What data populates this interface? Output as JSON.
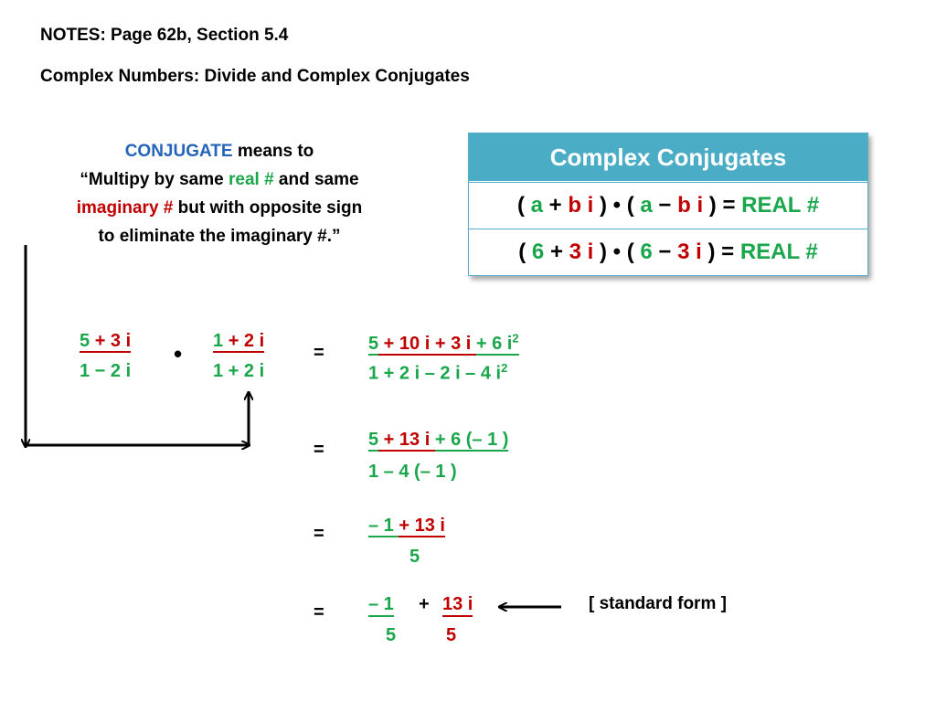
{
  "header": {
    "line1": "NOTES: Page 62b, Section 5.4",
    "line2": "Complex Numbers: Divide and Complex Conjugates"
  },
  "description": {
    "conjugate": "CONJUGATE",
    "means_to": " means to",
    "quote_open": "“Multipy by same ",
    "real": "real #",
    "and_same": " and same",
    "imaginary": "imaginary #",
    "but_opposite": " but with opposite sign",
    "eliminate": "to eliminate the imaginary #.”"
  },
  "table": {
    "title": "Complex  Conjugates",
    "row1": {
      "p1": "( ",
      "a1": "a",
      "plus": " + ",
      "b1": "b i",
      "mid": " ) • ( ",
      "a2": "a",
      "minus": " − ",
      "b2": "b i",
      "end": " ) =  ",
      "result": "REAL #"
    },
    "row2": {
      "p1": "( ",
      "a1": "6",
      "plus": " + ",
      "b1": "3 i",
      "mid": " ) • ( ",
      "a2": "6",
      "minus": " − ",
      "b2": "3 i",
      "end": " ) =  ",
      "result": "REAL #"
    }
  },
  "step1": {
    "frac1_num_a": "5 ",
    "frac1_num_b": " +  3 i",
    "frac1_den": "1  −  2 i",
    "dot": "•",
    "frac2_num_a": "1 ",
    "frac2_num_b": " +  2 i",
    "frac2_den": "1  +  2 i",
    "eq": "=",
    "res_num_a": "5",
    "res_num_b": " + 10 i +  3 i ",
    "res_num_c": "+ 6 i",
    "res_num_sup": "2",
    "res_den": "1 +   2 i  – 2 i – 4 i",
    "res_den_sup": "2"
  },
  "step2": {
    "eq": "=",
    "num_a": "5",
    "num_b": " + 13 i ",
    "num_c": " + 6 (– 1 )",
    "den": "1 – 4 (– 1 )"
  },
  "step3": {
    "eq": "=",
    "num_a": "– 1 ",
    "num_b": "+ 13 i",
    "den": "5"
  },
  "step4": {
    "eq": "=",
    "num_a": "– 1  ",
    "plus": "+",
    "num_b": "13 i",
    "den_a": "5",
    "den_b": "5",
    "label": "[ standard form ]"
  }
}
